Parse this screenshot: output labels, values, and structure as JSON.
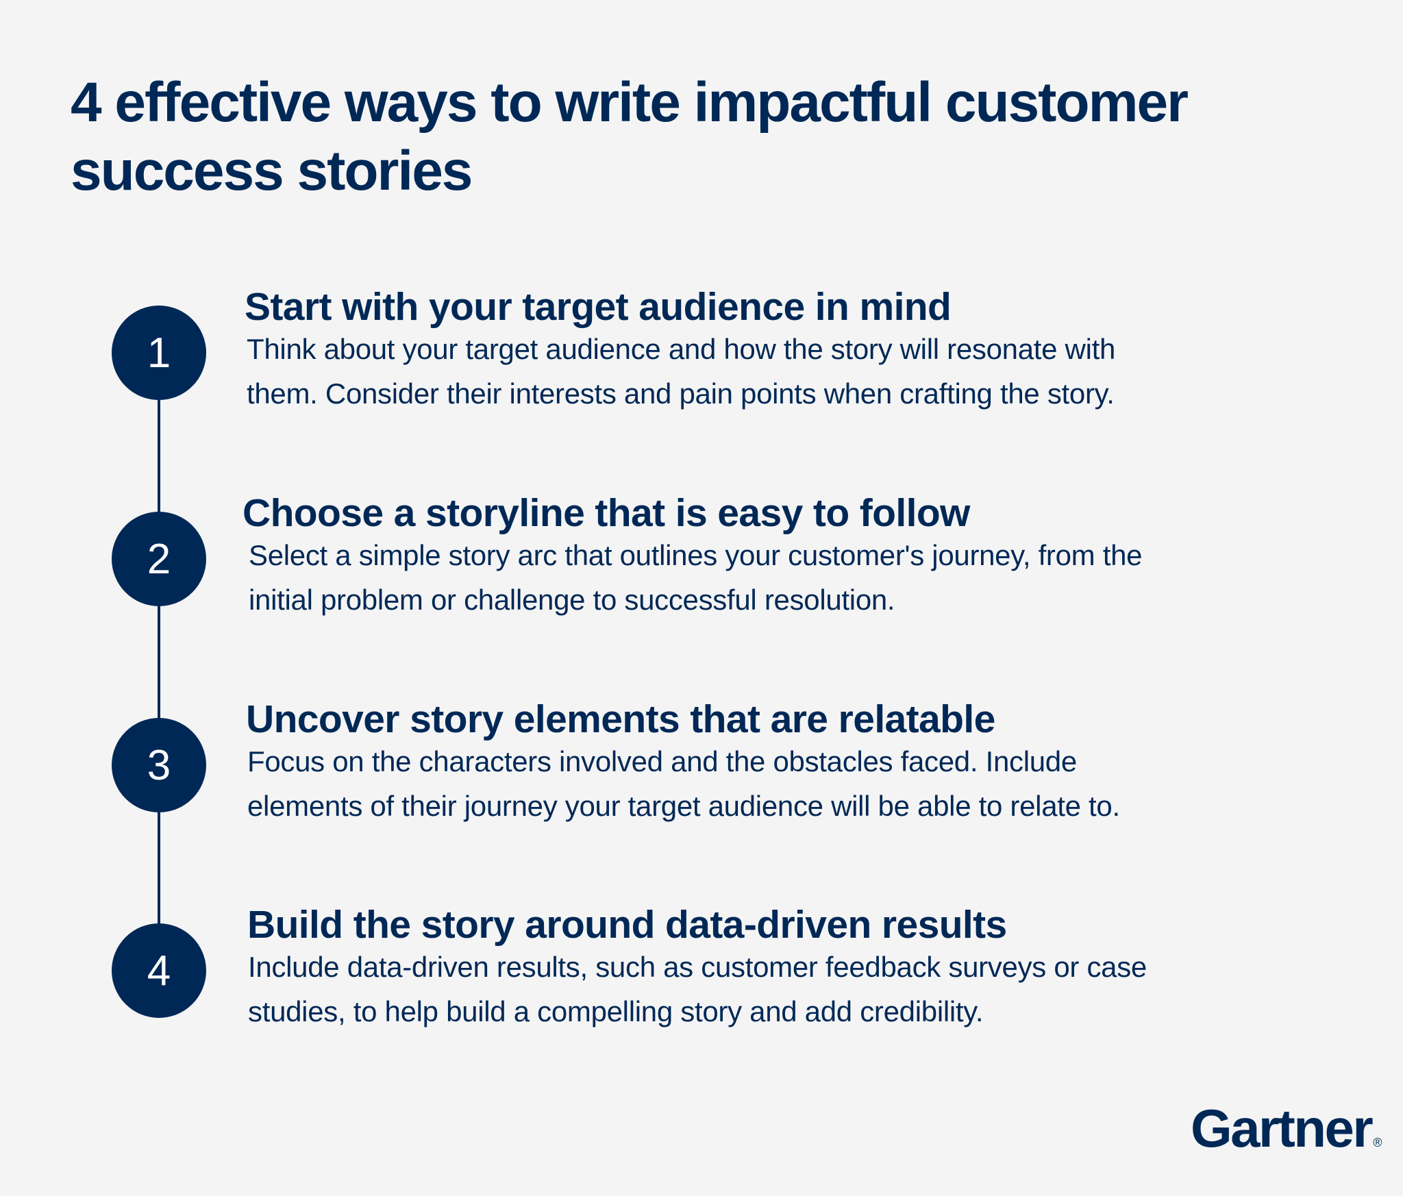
{
  "title": {
    "lines": [
      "4 effective ways to write impactful customer",
      "success stories"
    ]
  },
  "steps": [
    {
      "number": "1",
      "heading": "Start with your target audience in mind",
      "body": [
        "Think about your target audience and how the story will resonate with",
        "them. Consider their interests and pain points when crafting the story."
      ]
    },
    {
      "number": "2",
      "heading": "Choose a storyline that is easy to follow",
      "body": [
        "Select a simple story arc that outlines your customer's journey, from the",
        "initial problem or challenge to successful resolution."
      ]
    },
    {
      "number": "3",
      "heading": "Uncover story elements that are relatable",
      "body": [
        "Focus on the characters involved and the obstacles faced. Include",
        "elements of their journey your target audience will be able to relate to."
      ]
    },
    {
      "number": "4",
      "heading": "Build the story around data-driven results",
      "body": [
        "Include data-driven results, such as customer feedback surveys or case",
        "studies, to help build a compelling story and add credibility."
      ]
    }
  ],
  "logo": {
    "text": "Gartner",
    "mark": "®"
  },
  "colors": {
    "background": "#f4f4f4",
    "primary": "#002856",
    "circle_text": "#ffffff"
  }
}
